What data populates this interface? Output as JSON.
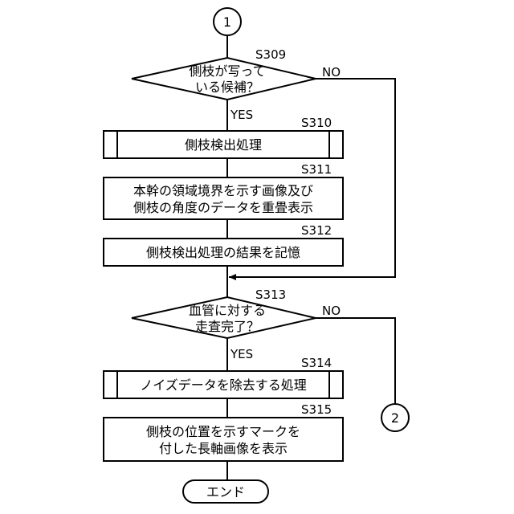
{
  "connectors": {
    "top": "1",
    "right": "2"
  },
  "decisions": [
    {
      "step": "S309",
      "line1": "側枝が写って",
      "line2": "いる候補？",
      "yes": "YES",
      "no": "NO"
    },
    {
      "step": "S313",
      "line1": "血管に対する",
      "line2": "走査完了？",
      "yes": "YES",
      "no": "NO"
    }
  ],
  "processes": [
    {
      "step": "S310",
      "line1": "側枝検出処理",
      "line2": ""
    },
    {
      "step": "S311",
      "line1": "本幹の領域境界を示す画像及び",
      "line2": "側枝の角度のデータを重畳表示"
    },
    {
      "step": "S312",
      "line1": "側枝検出処理の結果を記憶",
      "line2": ""
    },
    {
      "step": "S314",
      "line1": "ノイズデータを除去する処理",
      "line2": ""
    },
    {
      "step": "S315",
      "line1": "側枝の位置を示すマークを",
      "line2": "付した長軸画像を表示"
    }
  ],
  "terminal": {
    "label": "エンド"
  }
}
